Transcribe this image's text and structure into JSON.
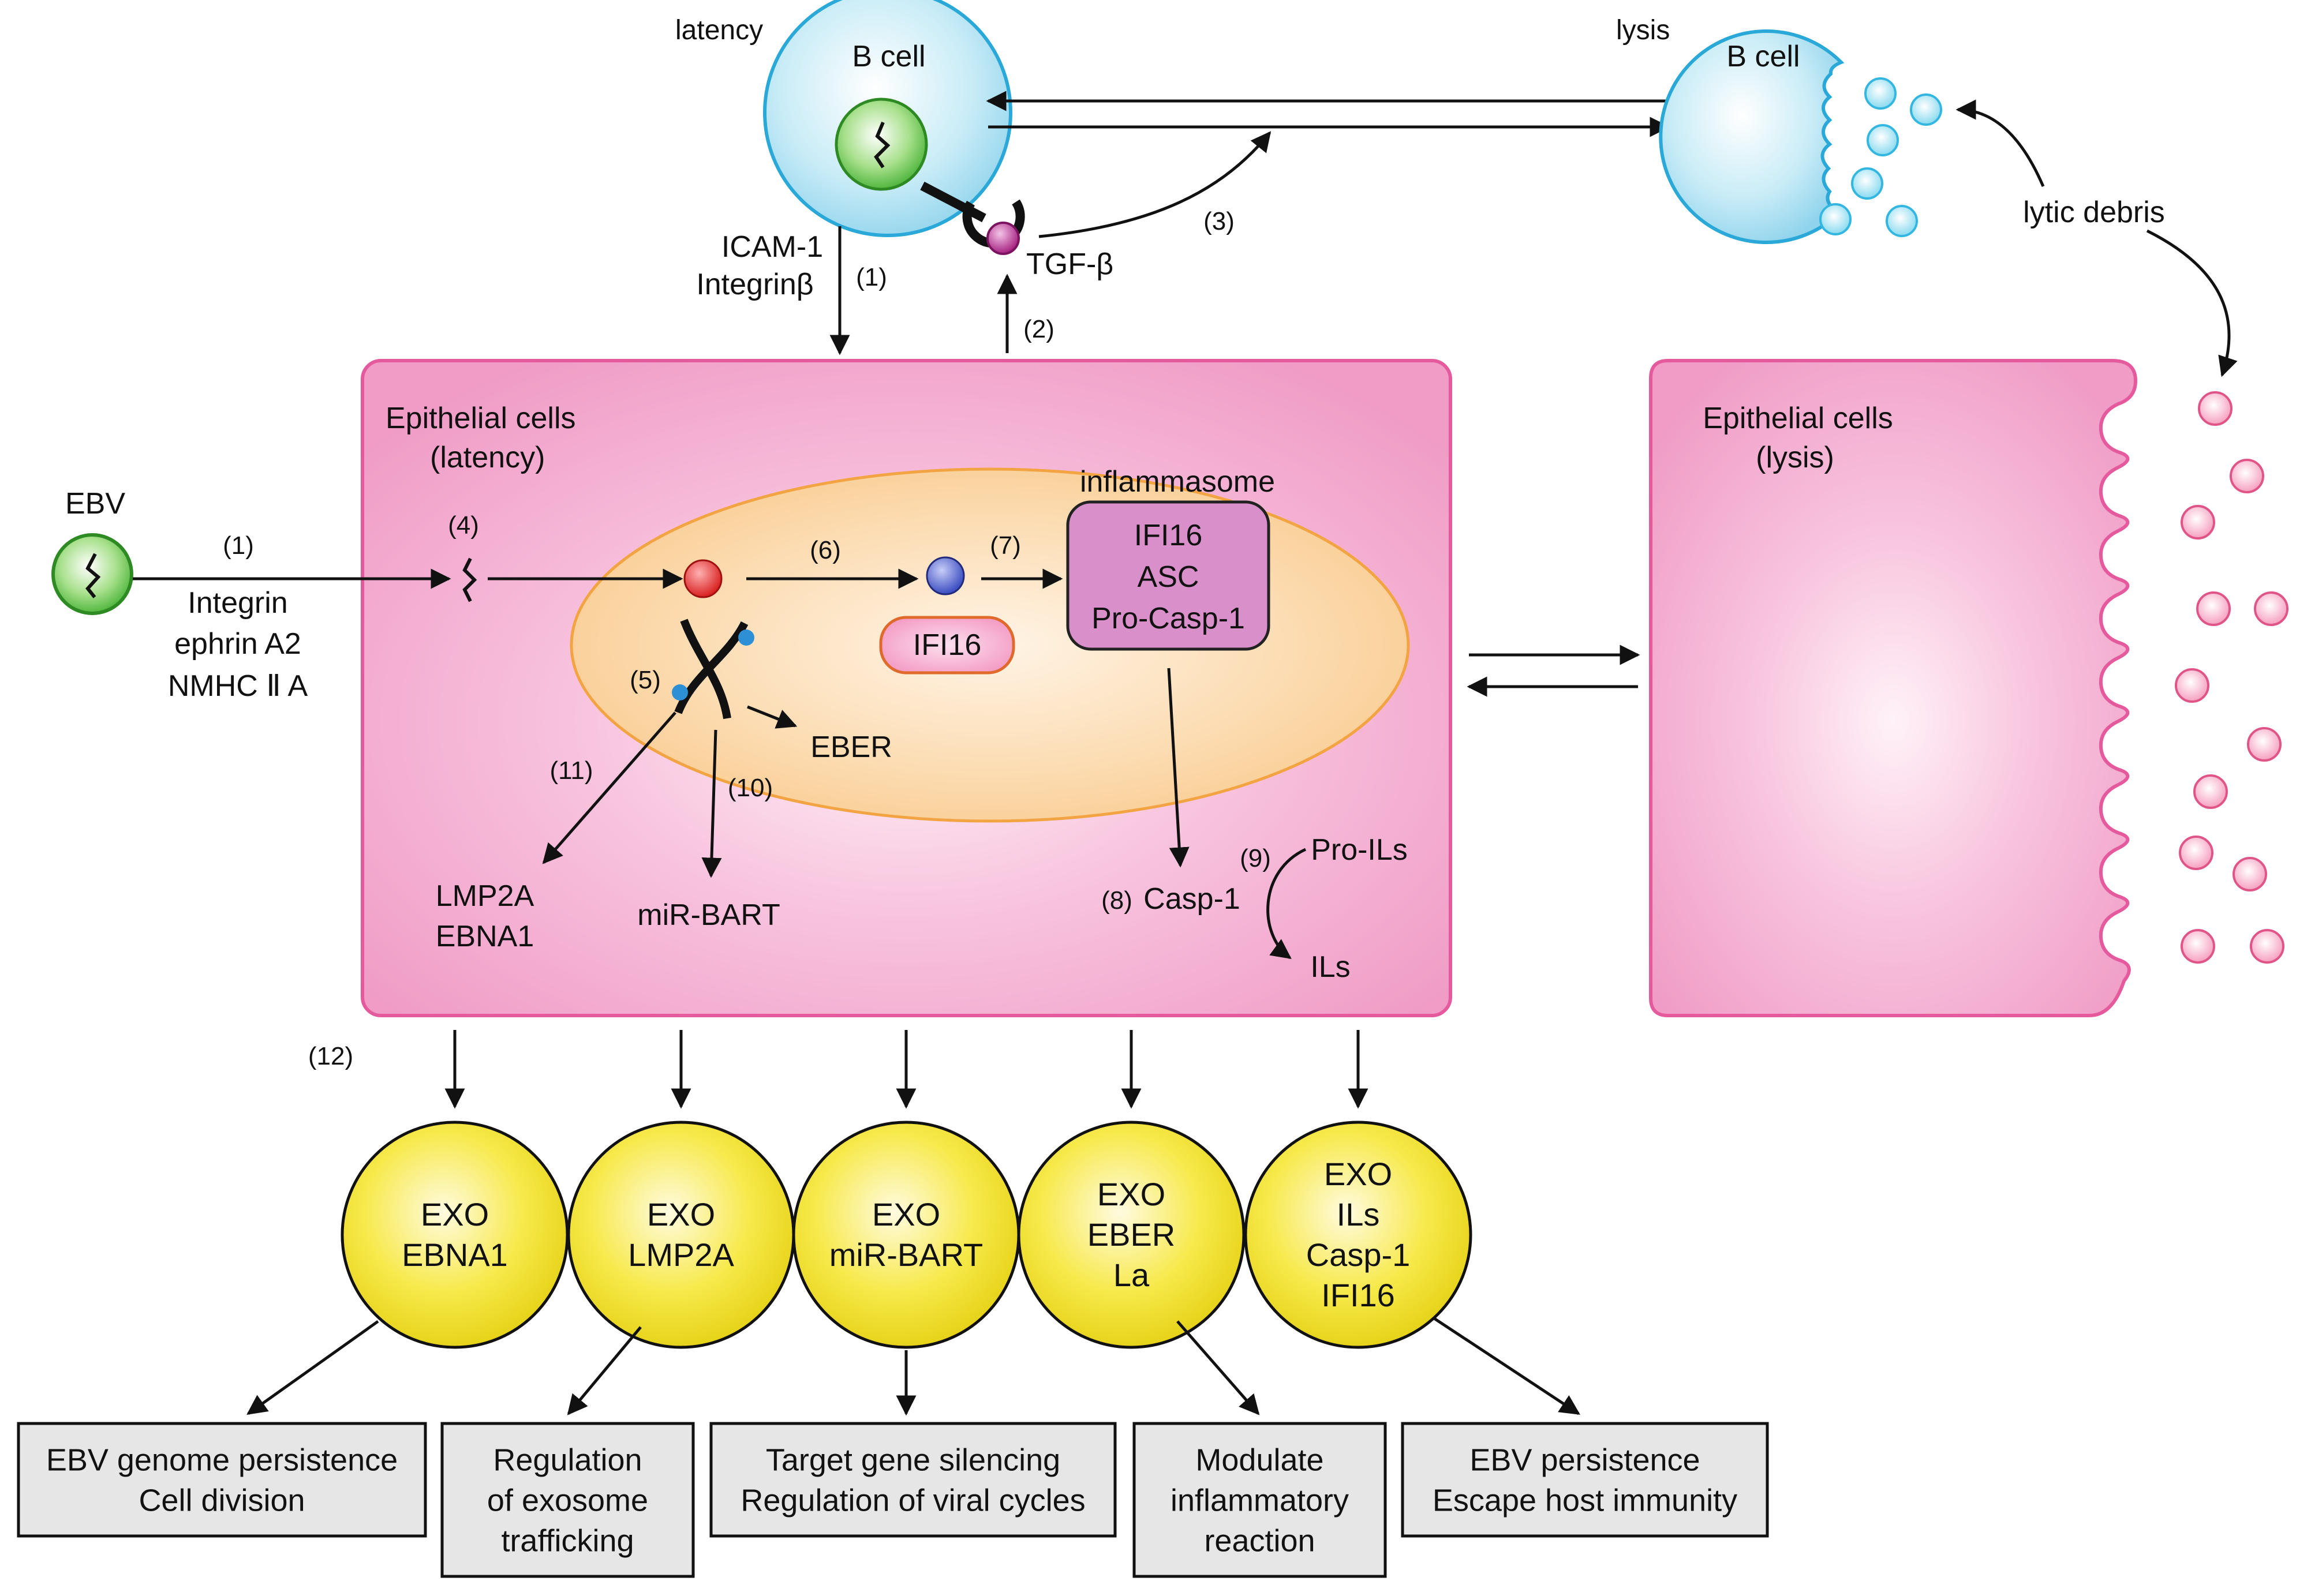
{
  "colors": {
    "epithelial": "#f2a4cb",
    "nucleus": "#fbd7a8",
    "exosome": "#f2e11e",
    "b_cell": "#b8e6f4",
    "effect_box": "#e6e6e6",
    "virus": "#48b83c",
    "ifi16_red": "#e63b3b",
    "ifi16_blue": "#4a5fd0"
  },
  "icons": [
    "ebv-virion-icon",
    "b-cell-icon",
    "tgf-beta-receptor-icon",
    "viral-genome-icon",
    "dna-episome-icon",
    "ifi16-protein-icon",
    "lytic-debris-icon"
  ],
  "top": {
    "latency_label": "latency",
    "lysis_label": "lysis",
    "b_cell_label": "B cell",
    "b_cell_lysis_label": "B cell",
    "icam_label": "ICAM-1",
    "integrin_beta_label": "Integrinβ",
    "step1_b": "(1)",
    "step2": "(2)",
    "step3": "(3)",
    "tgf_label": "TGF-β",
    "lytic_debris_label": "lytic debris"
  },
  "ebv": {
    "label": "EBV",
    "step1": "(1)",
    "receptors": [
      "Integrin",
      "ephrin A2",
      "NMHC  Ⅱ A"
    ]
  },
  "latent_cell": {
    "title_line1": "Epithelial cells",
    "title_line2": "(latency)",
    "step4": "(4)",
    "step5": "(5)",
    "step6": "(6)",
    "step7": "(7)",
    "step8": "(8)",
    "step9": "(9)",
    "step10": "(10)",
    "step11": "(11)",
    "ifi16_label": "IFI16",
    "inflammasome_label": "inflammasome",
    "inflammasome_items": [
      "IFI16",
      "ASC",
      "Pro-Casp-1"
    ],
    "eber_label": "EBER",
    "lmp2a_label": "LMP2A",
    "ebna1_label": "EBNA1",
    "mir_bart_label": "miR-BART",
    "casp1_label": "Casp-1",
    "pro_ils_label": "Pro-ILs",
    "ils_label": "ILs"
  },
  "lytic_cell": {
    "title_line1": "Epithelial cells",
    "title_line2": "(lysis)"
  },
  "step12": "(12)",
  "exosomes": [
    {
      "lines": [
        "EXO",
        "EBNA1"
      ]
    },
    {
      "lines": [
        "EXO",
        "LMP2A"
      ]
    },
    {
      "lines": [
        "EXO",
        "miR-BART"
      ]
    },
    {
      "lines": [
        "EXO",
        "EBER",
        "La"
      ]
    },
    {
      "lines": [
        "EXO",
        "ILs",
        "Casp-1",
        "IFI16"
      ]
    }
  ],
  "effects": [
    {
      "lines": [
        "EBV genome persistence",
        "Cell division"
      ]
    },
    {
      "lines": [
        "Regulation",
        "of exosome",
        "trafficking"
      ]
    },
    {
      "lines": [
        "Target gene silencing",
        "Regulation of viral cycles"
      ]
    },
    {
      "lines": [
        "Modulate",
        "inflammatory",
        "reaction"
      ]
    },
    {
      "lines": [
        "EBV persistence",
        "Escape host immunity"
      ]
    }
  ]
}
